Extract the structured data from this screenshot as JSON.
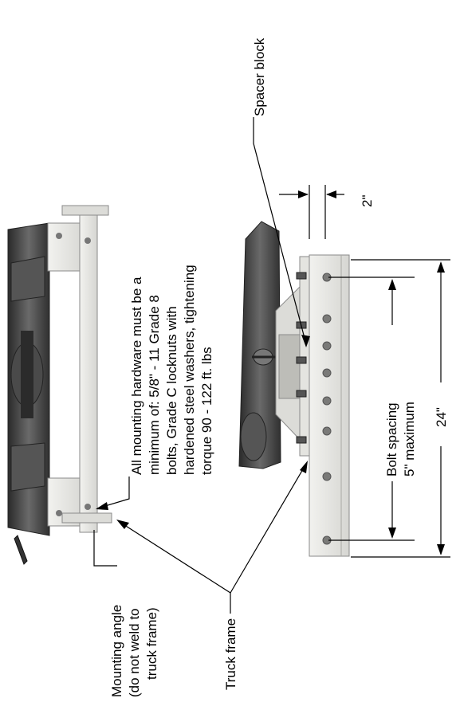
{
  "labels": {
    "spacer_block": "Spacer block",
    "hardware_note": [
      "All mounting hardware must be a",
      "minimum of: 5/8\" - 11 Grade 8",
      "bolts, Grade C locknuts with",
      "hardened steel washers, tightening",
      "torque 90 - 122 ft. lbs"
    ],
    "mounting_angle": [
      "Mounting angle",
      "(do not weld to",
      "truck frame)"
    ],
    "truck_frame": "Truck frame",
    "bolt_spacing": [
      "Bolt spacing",
      "5\" maximum"
    ],
    "length_24": "24\"",
    "offset_2": "2\""
  },
  "colors": {
    "frame_fill": "#e9e9e6",
    "frame_stroke": "#8a8a8a",
    "hitch_dark": "#3b3b3b",
    "hitch_mid": "#6e6e6e",
    "leader": "#000000"
  }
}
